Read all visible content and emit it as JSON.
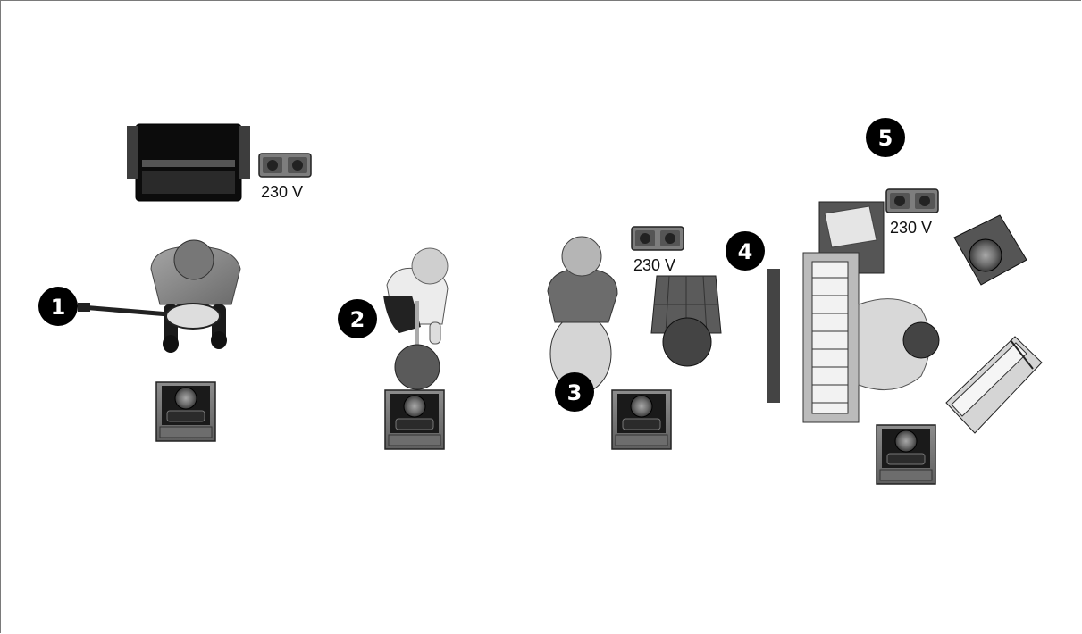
{
  "positions": [
    {
      "number": "1",
      "role": "guitarist"
    },
    {
      "number": "2",
      "role": "vocalist"
    },
    {
      "number": "3",
      "role": "drummer"
    },
    {
      "number": "4",
      "role": "keyboardist"
    },
    {
      "number": "5",
      "role": "keyboard-rig"
    }
  ],
  "power_outlets": [
    {
      "label": "230 V"
    },
    {
      "label": "230 V"
    },
    {
      "label": "230 V"
    }
  ],
  "colors": {
    "outline": "#111111",
    "wedge_body": "#7a7a7a",
    "amp_body": "#0c0c0c",
    "figure_shirt": "#8a8a8a",
    "stand_base": "#5a5a5a"
  }
}
